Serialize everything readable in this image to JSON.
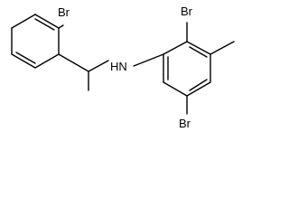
{
  "molecule": {
    "atoms": [
      {
        "id": "br1",
        "label": "Br"
      },
      {
        "id": "br2",
        "label": "Br"
      },
      {
        "id": "br3",
        "label": "Br"
      },
      {
        "id": "nh",
        "label": "HN"
      }
    ]
  }
}
